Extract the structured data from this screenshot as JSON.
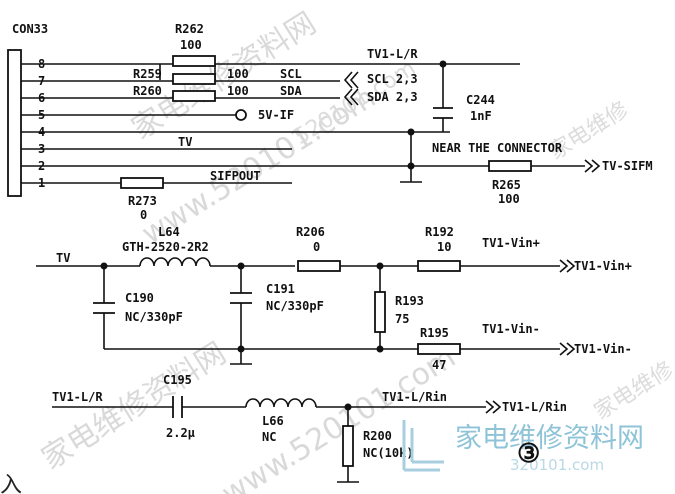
{
  "connector": {
    "name": "CON33",
    "pins": [
      "8",
      "7",
      "6",
      "5",
      "4",
      "3",
      "2",
      "1"
    ]
  },
  "resistors": [
    {
      "ref": "R262",
      "value": "100"
    },
    {
      "ref": "R259",
      "value": "100"
    },
    {
      "ref": "R260",
      "value": "100"
    },
    {
      "ref": "R273",
      "value": "0"
    },
    {
      "ref": "R265",
      "value": "100"
    },
    {
      "ref": "R206",
      "value": "0"
    },
    {
      "ref": "R192",
      "value": "10"
    },
    {
      "ref": "R193",
      "value": "75"
    },
    {
      "ref": "R195",
      "value": "47"
    },
    {
      "ref": "R200",
      "value": "NC(10k)"
    }
  ],
  "capacitors": [
    {
      "ref": "C244",
      "value": "1nF"
    },
    {
      "ref": "C190",
      "value": "NC/330pF"
    },
    {
      "ref": "C191",
      "value": "NC/330pF"
    },
    {
      "ref": "C195",
      "value": "2.2µ"
    }
  ],
  "inductors": [
    {
      "ref": "L64",
      "value": "GTH-2520-2R2"
    },
    {
      "ref": "L66",
      "value": "NC"
    }
  ],
  "nets": {
    "tv1_lr_top": "TV1-L/R",
    "scl": "SCL",
    "sda": "SDA",
    "scl_port": "SCL  2,3",
    "sda_port": "SDA  2,3",
    "five_v": "5V-IF",
    "tv": "TV",
    "sifpout": "SIFPOUT",
    "near_connector": "NEAR THE CONNECTOR",
    "tv_sifm": "TV-SIFM",
    "tv_in": "TV",
    "vin_plus_inner": "TV1-Vin+",
    "vin_plus_port": "TV1-Vin+",
    "vin_minus_inner": "TV1-Vin-",
    "vin_minus_port": "TV1-Vin-",
    "tv1_lr_left": "TV1-L/R",
    "tv1_lrin_inner": "TV1-L/Rin",
    "tv1_lrin_port": "TV1-L/Rin"
  },
  "marker": "③",
  "watermark": {
    "site": "www.520101.com",
    "site_short": "520101.com",
    "cn": "家电维修资料网",
    "cn_short": "家电维修",
    "logo_url": "320101.com",
    "corner_glyph": "入"
  }
}
